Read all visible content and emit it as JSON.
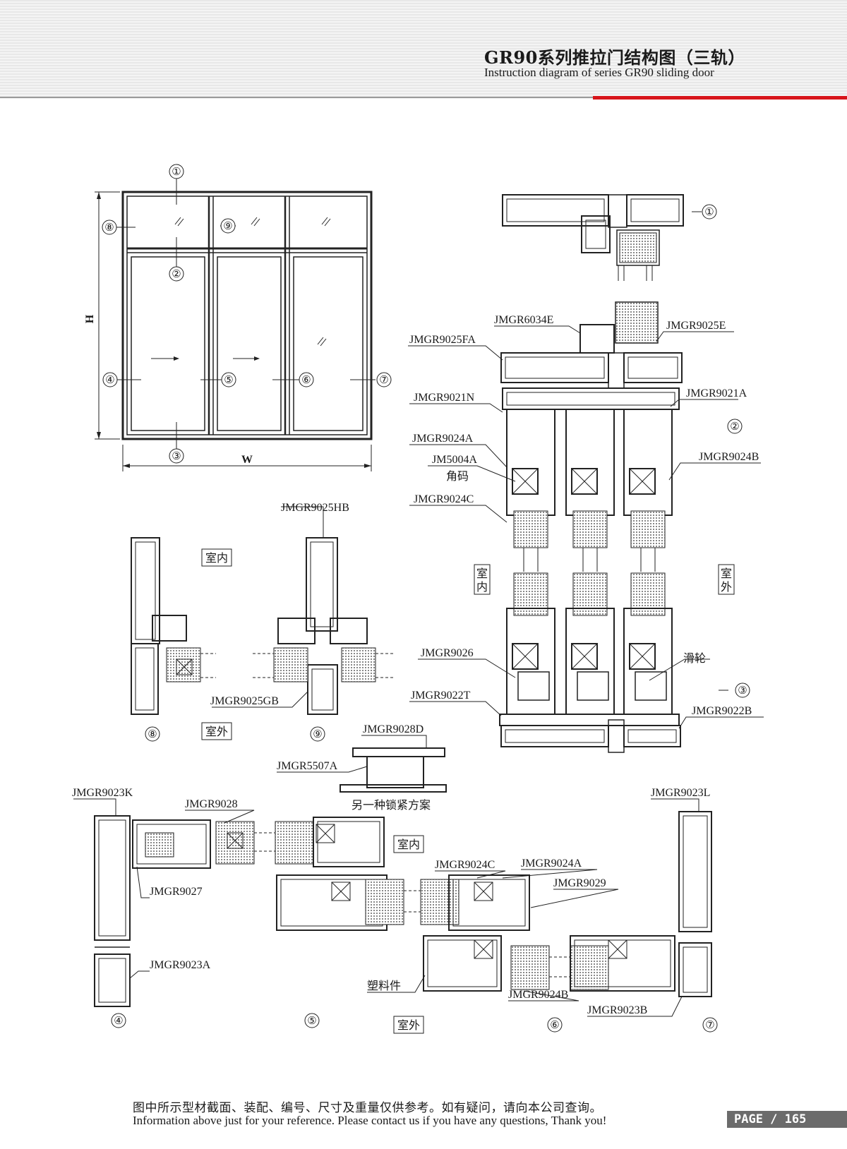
{
  "header": {
    "title_cn": "GR90系列推拉门结构图（三轨）",
    "title_en": "Instruction diagram of series GR90 sliding door",
    "accent_color": "#d7141a"
  },
  "elevation": {
    "dim_h": "H",
    "dim_w": "W",
    "markers": [
      "①",
      "②",
      "③",
      "④",
      "⑤",
      "⑥",
      "⑦",
      "⑧",
      "⑨"
    ]
  },
  "labels": {
    "jmgr6034e": "JMGR6034E",
    "jmgr9025e": "JMGR9025E",
    "jmgr9025fa": "JMGR9025FA",
    "jmgr9021n": "JMGR9021N",
    "jmgr9021a": "JMGR9021A",
    "jmgr9024a_r": "JMGR9024A",
    "jm5004a": "JM5004A",
    "corner": "角码",
    "jmgr9024b_r": "JMGR9024B",
    "jmgr9024c_r": "JMGR9024C",
    "jmgr9026": "JMGR9026",
    "pulley": "滑轮",
    "jmgr9022t": "JMGR9022T",
    "jmgr9022b": "JMGR9022B",
    "jmgr9025hb": "JMGR9025HB",
    "jmgr9025gb": "JMGR9025GB",
    "jmgr9028d": "JMGR9028D",
    "jmgr5507a": "JMGR5507A",
    "alt_lock": "另一种锁紧方案",
    "jmgr9023k": "JMGR9023K",
    "jmgr9028": "JMGR9028",
    "jmgr9027": "JMGR9027",
    "jmgr9023a": "JMGR9023A",
    "jmgr9024c_b": "JMGR9024C",
    "jmgr9024a_b": "JMGR9024A",
    "jmgr9029": "JMGR9029",
    "plastic": "塑料件",
    "jmgr9024b_b": "JMGR9024B",
    "jmgr9023l": "JMGR9023L",
    "jmgr9023b": "JMGR9023B",
    "indoor": "室内",
    "outdoor": "室外",
    "indoor_v1": "室",
    "indoor_v2": "内",
    "outdoor_v1": "室",
    "outdoor_v2": "外"
  },
  "footer": {
    "note_cn": "图中所示型材截面、装配、编号、尺寸及重量仅供参考。如有疑问，请向本公司查询。",
    "note_en": "Information above just for your reference. Please contact us if you have any questions, Thank you!",
    "page": "PAGE / 165"
  }
}
